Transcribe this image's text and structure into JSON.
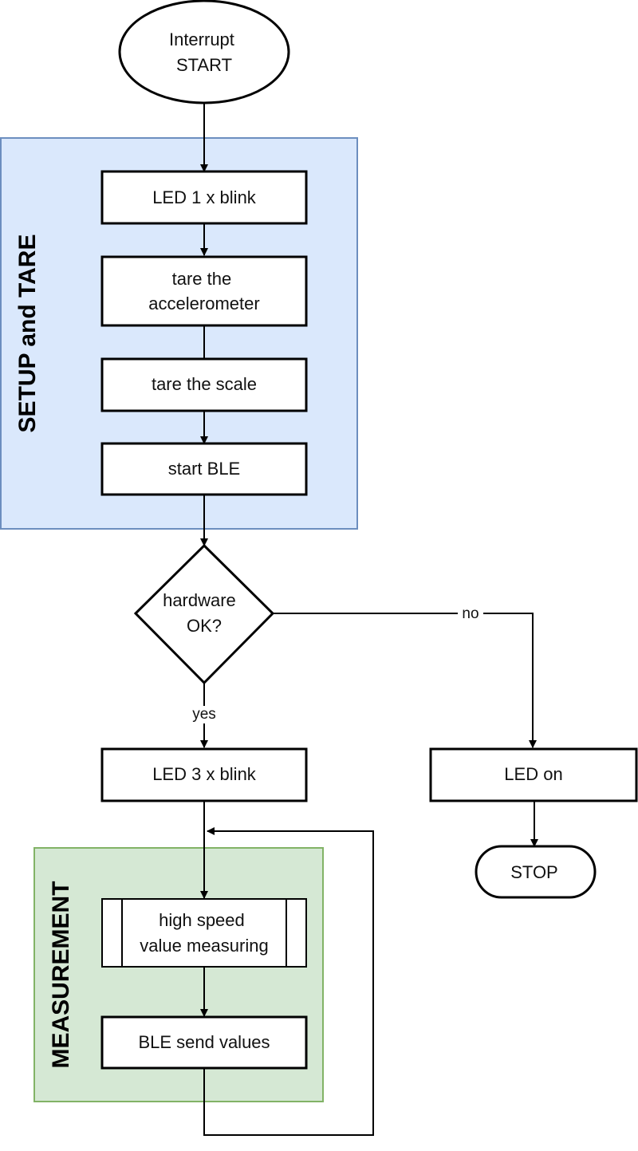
{
  "groups": {
    "setup": {
      "label": "SETUP and TARE",
      "fill": "#dae8fc",
      "stroke": "#6c8ebf"
    },
    "measurement": {
      "label": "MEASUREMENT",
      "fill": "#d5e8d4",
      "stroke": "#82b366"
    }
  },
  "nodes": {
    "start": {
      "lines": [
        "Interrupt",
        "START"
      ]
    },
    "led1": {
      "lines": [
        "LED 1 x blink"
      ]
    },
    "tare_accel": {
      "lines": [
        "tare the",
        "accelerometer"
      ]
    },
    "tare_scale": {
      "lines": [
        "tare the scale"
      ]
    },
    "start_ble": {
      "lines": [
        "start BLE"
      ]
    },
    "hardware_ok": {
      "lines": [
        "hardware",
        "OK?"
      ]
    },
    "led3": {
      "lines": [
        "LED 3 x blink"
      ]
    },
    "led_on": {
      "lines": [
        "LED on"
      ]
    },
    "stop": {
      "lines": [
        "STOP"
      ]
    },
    "measuring": {
      "lines": [
        "high speed",
        "value measuring"
      ]
    },
    "ble_send": {
      "lines": [
        "BLE send values"
      ]
    }
  },
  "edges": {
    "yes_label": "yes",
    "no_label": "no"
  }
}
